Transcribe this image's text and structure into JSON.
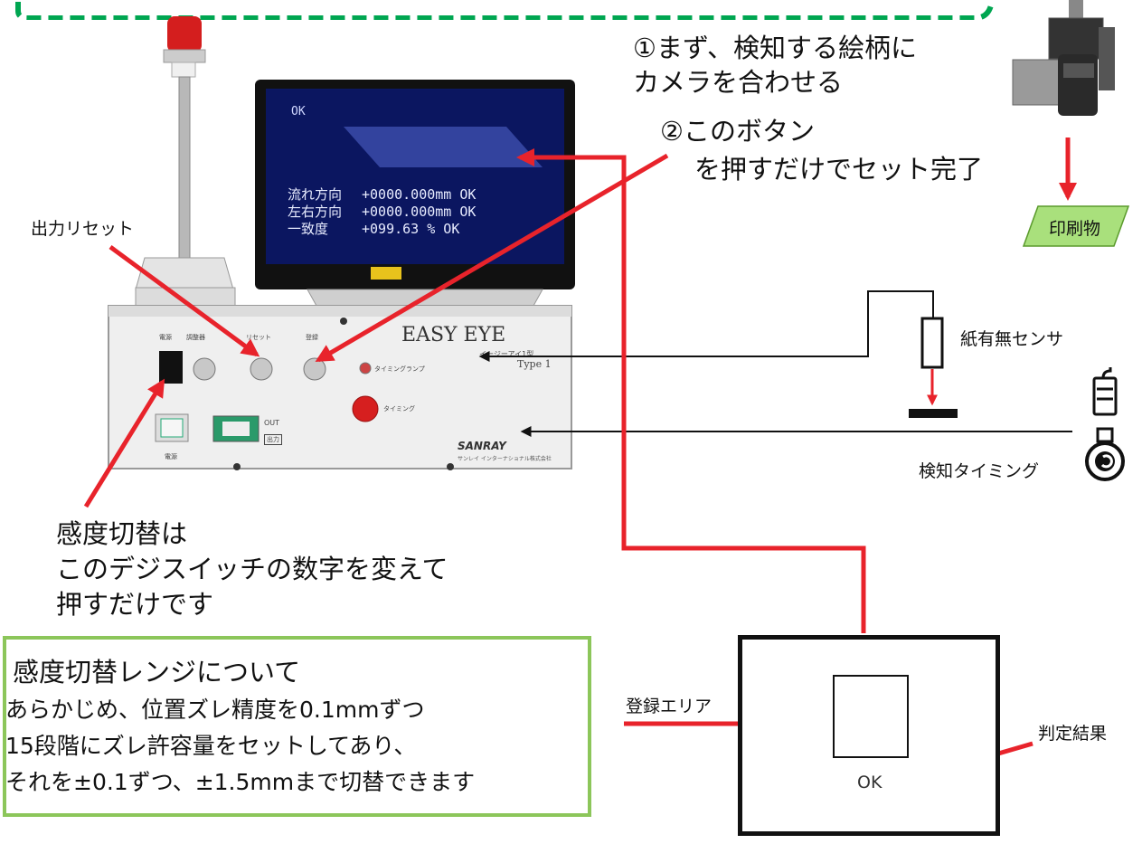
{
  "steps": {
    "step1": "①まず、検知する絵柄に\nカメラを合わせる",
    "step2_line1": "②このボタン",
    "step2_line2": "を押すだけでセット完了"
  },
  "labels": {
    "output_reset": "出力リセット",
    "paper_sensor": "紙有無センサ",
    "detect_timing": "検知タイミング",
    "printed_matter": "印刷物",
    "registered_area": "登録エリア",
    "judgment_result": "判定結果",
    "ok": "OK"
  },
  "sensitivity_note": "感度切替は\nこのデジスイッチの数字を変えて\n押すだけです",
  "range_note": {
    "title": "感度切替レンジについて",
    "body": "あらかじめ、位置ズレ精度を0.1mmずつ\n15段階にズレ許容量をセットしてあり、\nそれを±0.1ずつ、±1.5mmまで切替できます"
  },
  "monitor": {
    "status": "OK",
    "rows": [
      {
        "label": "流れ方向",
        "value": "+0000.000mm OK"
      },
      {
        "label": "左右方向",
        "value": "+0000.000mm OK"
      },
      {
        "label": "一致度",
        "value": "+099.63 %  OK"
      }
    ]
  },
  "device": {
    "brand": "EASY EYE",
    "subtitle": "イージーアイ1型",
    "type": "Type 1",
    "maker": "SANRAY",
    "maker_sub": "サンレイ インターナショナル株式会社",
    "panel_labels": [
      "電源",
      "調整器",
      "リセット",
      "登録",
      "タイミングランプ",
      "タイミング",
      "OUT",
      "出力",
      "電源"
    ]
  },
  "colors": {
    "arrow": "#e8232b",
    "green": "#00a651",
    "box_green": "#8cc65a",
    "parallelogram": "#a9e07c"
  }
}
